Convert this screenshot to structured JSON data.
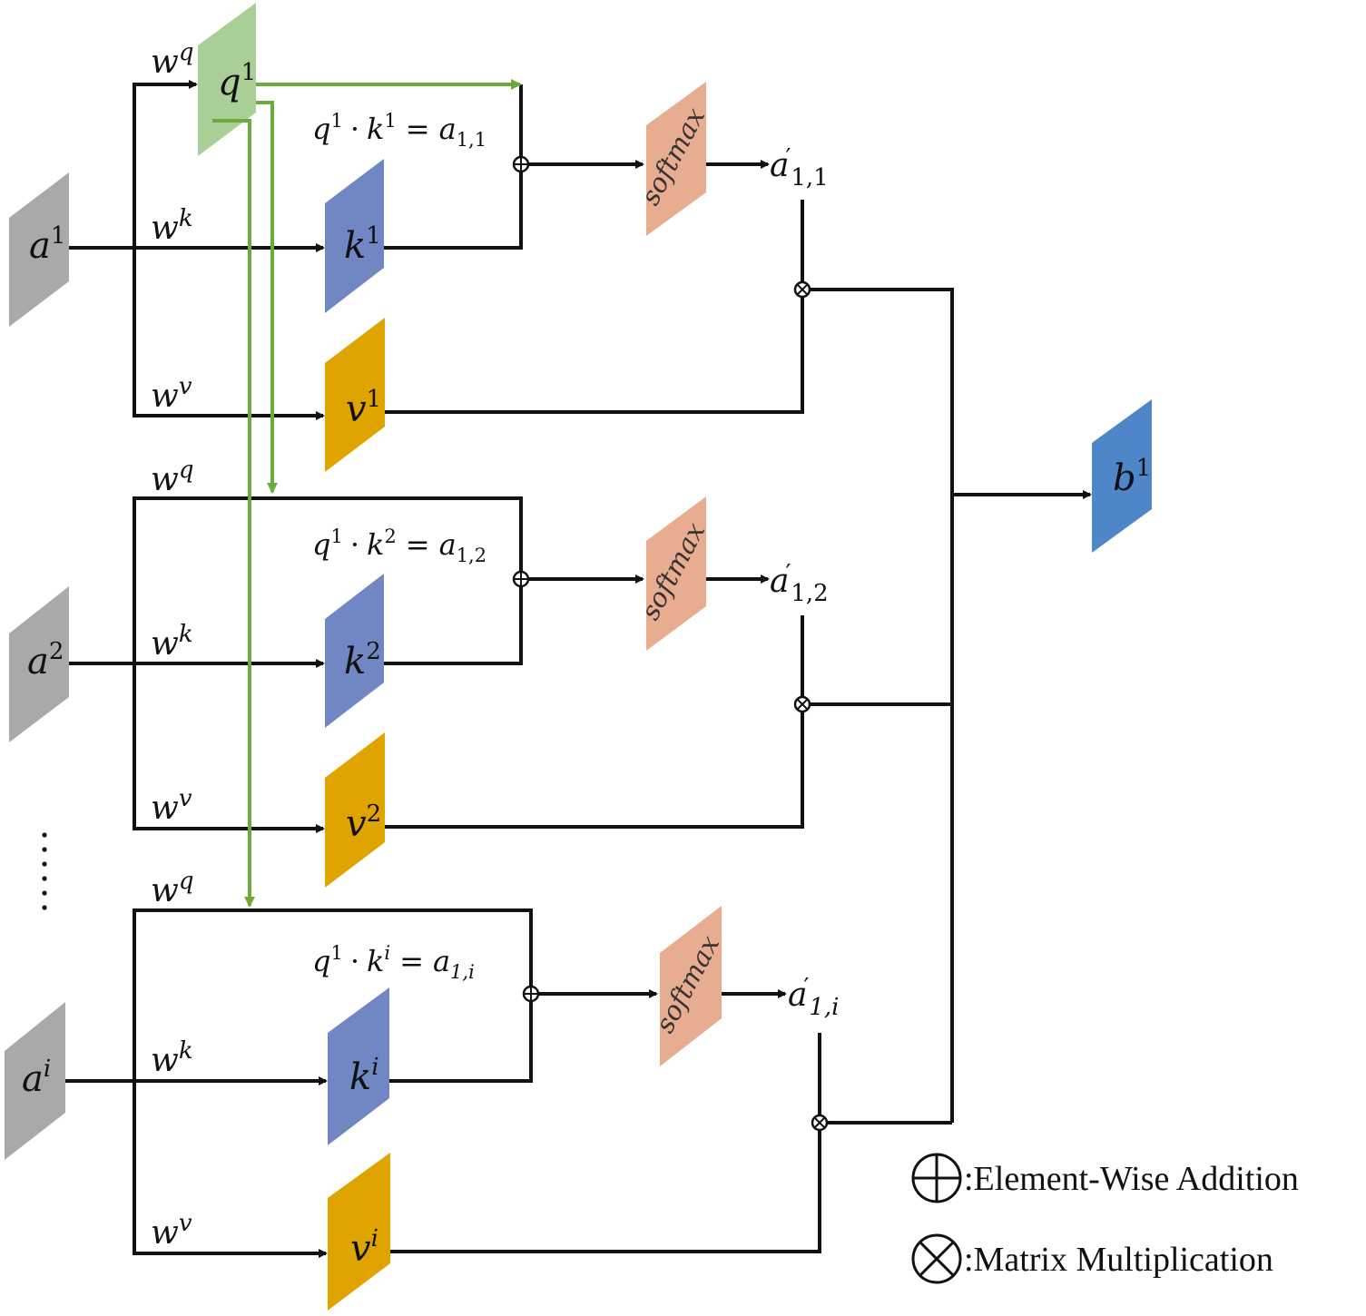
{
  "colors": {
    "input": "#a9a9a9",
    "query": "#a9cf97",
    "key": "#7187c4",
    "value": "#e0a400",
    "softmax": "#e8ad90",
    "output": "#4f86c9",
    "line": "#111111",
    "green": "#6aab3c"
  },
  "symbols": {
    "a": "a",
    "w": "w",
    "q": "q",
    "k": "k",
    "v": "v",
    "b": "b",
    "one": "1",
    "two": "2",
    "i": "i",
    "prime": "′",
    "sub11": "1,1",
    "sub12": "1,2",
    "sub1i": "1,i"
  },
  "equations": {
    "e1": {
      "lhs": "q",
      "lhs_sup": "1",
      "dot": "·",
      "rhs": "k",
      "rhs_sup": "1",
      "eq": "=",
      "res": "a",
      "res_sub": "1,1"
    },
    "e2": {
      "lhs": "q",
      "lhs_sup": "1",
      "dot": "·",
      "rhs": "k",
      "rhs_sup": "2",
      "eq": "=",
      "res": "a",
      "res_sub": "1,2"
    },
    "e3": {
      "lhs": "q",
      "lhs_sup": "1",
      "dot": "·",
      "rhs": "k",
      "rhs_sup": "i",
      "eq": "=",
      "res": "a",
      "res_sub": "1,i"
    }
  },
  "softmax_label": "softmax",
  "ellipsis": "⋮",
  "legend": {
    "addition": ":Element-Wise Addition",
    "multiplication": ":Matrix Multiplication"
  }
}
